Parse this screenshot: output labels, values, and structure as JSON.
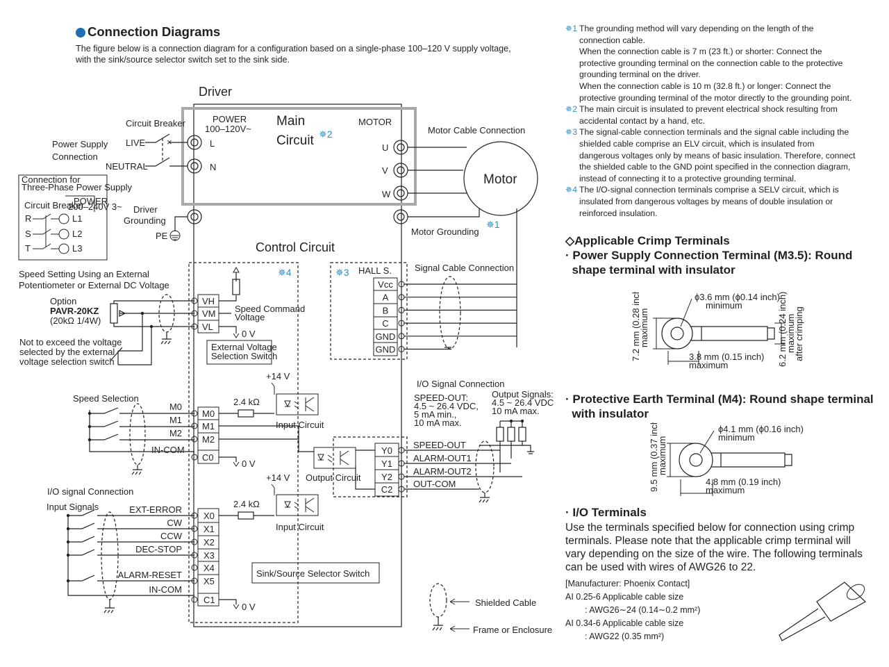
{
  "header": {
    "title": "Connection Diagrams",
    "desc_line1": "The figure below is a connection diagram for a configuration based on a single-phase 100–120 V supply voltage,",
    "desc_line2": "with the sink/source selector switch set to the sink side."
  },
  "diagram": {
    "driver": "Driver",
    "circuit_breaker": "Circuit Breaker",
    "power_supply_1": "Power Supply",
    "power_supply_2": "Connection",
    "live": "LIVE",
    "neutral": "NEUTRAL",
    "power_1": "POWER",
    "power_2": "100–120V~",
    "l": "L",
    "n": "N",
    "main_1": "Main",
    "main_2": "Circuit",
    "mark2": "✵2",
    "motor_label": "MOTOR",
    "u": "U",
    "v": "V",
    "w": "W",
    "motor_cable": "Motor Cable Connection",
    "motor": "Motor",
    "driver_grounding_1": "Driver",
    "driver_grounding_2": "Grounding",
    "pe": "PE",
    "motor_grounding": "Motor Grounding",
    "mark1": "✵1",
    "three_phase": {
      "title1": "Connection for",
      "title2": "Three-Phase Power Supply",
      "cb": "Circuit Breaker",
      "power1": "POWER",
      "power2": "200–240V 3~",
      "r": "R",
      "s": "S",
      "t": "T",
      "l1": "L1",
      "l2": "L2",
      "l3": "L3"
    },
    "control_circuit": "Control Circuit",
    "mark4": "✵4",
    "mark3": "✵3",
    "speed_setting_1": "Speed Setting Using an External",
    "speed_setting_2": "Potentiometer or External DC Voltage",
    "option": "Option",
    "pavr": "PAVR-20KZ",
    "pavr_spec": "(20kΩ  1/4W)",
    "not_exceed_1": "Not to exceed the voltage",
    "not_exceed_2": "selected by the external",
    "not_exceed_3": "voltage selection switch",
    "vh": "VH",
    "vm": "VM",
    "vl": "VL",
    "speed_cmd_1": "Speed Command",
    "speed_cmd_2": "Voltage",
    "zero_v": "0 V",
    "ext_sw_1": "External Voltage",
    "ext_sw_2": "Selection Switch",
    "hall": "HALL S.",
    "hall_pins": [
      "Vcc",
      "A",
      "B",
      "C",
      "GND",
      "GND"
    ],
    "signal_cable": "Signal Cable Connection",
    "speed_selection": "Speed Selection",
    "m_inputs": [
      "M0",
      "M1",
      "M2"
    ],
    "in_com": "IN-COM",
    "m_terms": [
      "M0",
      "M1",
      "M2",
      "C0"
    ],
    "plus14": "+14 V",
    "res": "2.4 kΩ",
    "input_circuit": "Input Circuit",
    "output_circuit": "Output Circuit",
    "io_signal_conn": "I/O Signal Connection",
    "speed_out_spec": [
      "SPEED-OUT:",
      "4.5 ~ 26.4 VDC,",
      "5 mA min.,",
      "10 mA max."
    ],
    "output_signals_spec": [
      "Output Signals:",
      "4.5 ~ 26.4 VDC",
      "10 mA max."
    ],
    "y_terms": [
      "Y0",
      "Y1",
      "Y2",
      "C2"
    ],
    "y_signals": [
      "SPEED-OUT",
      "ALARM-OUT1",
      "ALARM-OUT2",
      "OUT-COM"
    ],
    "io_signal_connection": "I/O signal Connection",
    "input_signals": "Input Signals",
    "x_inputs": [
      "EXT-ERROR",
      "CW",
      "CCW",
      "DEC-STOP",
      "ALARM-RESET",
      "IN-COM"
    ],
    "x_terms": [
      "X0",
      "X1",
      "X2",
      "X3",
      "X4",
      "X5",
      "C1"
    ],
    "sink_source": "Sink/Source Selector Switch",
    "legend_shielded": "Shielded Cable",
    "legend_frame": "Frame or Enclosure"
  },
  "notes": [
    {
      "mark": "✵1",
      "lines": [
        "The grounding method will vary depending on the length of the",
        "connection cable.",
        "When the connection cable is 7 m (23 ft.) or shorter: Connect the",
        "protective grounding terminal on the connection cable to the protective",
        "grounding terminal on the driver.",
        "When the connection cable is 10 m (32.8 ft.) or longer: Connect the",
        "protective grounding terminal of the motor directly to the grounding point."
      ]
    },
    {
      "mark": "✵2",
      "lines": [
        "The main circuit is insulated to prevent electrical shock resulting from",
        "accidental contact by a hand, etc."
      ]
    },
    {
      "mark": "✵3",
      "lines": [
        "The signal-cable connection terminals and the signal cable including the",
        "shielded cable comprise an ELV circuit, which is insulated from",
        "dangerous voltages only by means of basic insulation. Therefore, connect",
        "the shielded cable to the GND point specified in the connection diagram,",
        "instead of connecting it to a protective grounding terminal."
      ]
    },
    {
      "mark": "✵4",
      "lines": [
        "The I/O-signal connection terminals comprise a SELV circuit, which is",
        "insulated from dangerous voltages by means of double insulation or",
        "reinforced insulation."
      ]
    }
  ],
  "crimp": {
    "title": "◇Applicable Crimp Terminals",
    "power_title_1": "· Power Supply Connection Terminal (M3.5): Round",
    "power_title_2": "  shape terminal with insulator",
    "power_dims": {
      "hole_1": "ϕ3.6 mm (ϕ0.14 inch)",
      "hole_2": "minimum",
      "height_1": "7.2 mm (0.28 inch)",
      "height_2": "maximum",
      "length_1": "3.8 mm (0.15 inch)",
      "length_2": "maximum",
      "right_1": "6.2 mm (0.24 inch)",
      "right_2": "maximum",
      "right_3": "after crimping"
    },
    "pe_title_1": "· Protective Earth Terminal (M4): Round shape terminal",
    "pe_title_2": "  with insulator",
    "pe_dims": {
      "hole_1": "ϕ4.1 mm (ϕ0.16 inch)",
      "hole_2": "minimum",
      "height_1": "9.5 mm (0.37 inch)",
      "height_2": "maximum",
      "length_1": "4.8 mm (0.19 inch)",
      "length_2": "maximum"
    },
    "io_title": "· I/O Terminals",
    "io_body": [
      "Use the terminals specified below for connection using crimp",
      "terminals. Please note that the applicable crimp terminal will",
      "vary depending on the size of the wire. The following terminals",
      "can be used with wires of AWG26 to 22."
    ],
    "manufacturer": "[Manufacturer: Phoenix Contact]",
    "ai1": "AI 0.25-6 Applicable cable size",
    "ai1_size": ": AWG26∼24 (0.14∼0.2 mm²)",
    "ai2": "AI 0.34-6 Applicable cable size",
    "ai2_size": ": AWG22 (0.35 mm²)"
  }
}
